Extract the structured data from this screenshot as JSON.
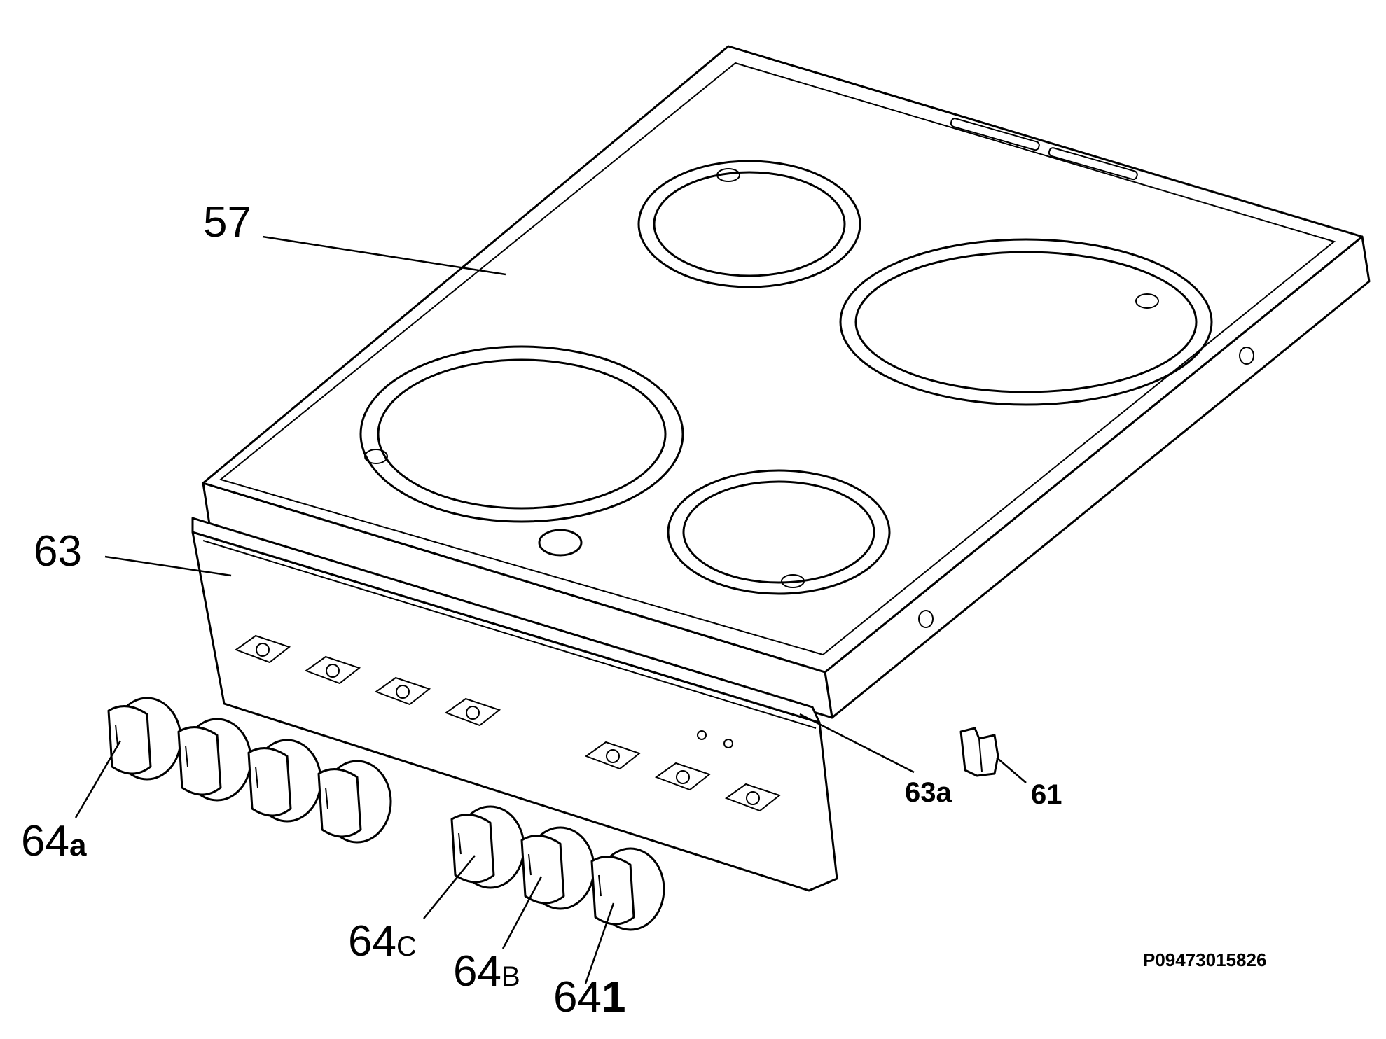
{
  "diagram": {
    "labels": {
      "hob_top": "57",
      "control_panel": "63",
      "panel_strip": "63a",
      "clip": "61",
      "knob_a_main": "64",
      "knob_a_suffix": "a",
      "knob_c_main": "64",
      "knob_c_suffix": "C",
      "knob_b_main": "64",
      "knob_b_suffix": "B",
      "knob_1_main": "64",
      "knob_1_suffix": "1"
    },
    "drawing_code": "P09473015826"
  }
}
